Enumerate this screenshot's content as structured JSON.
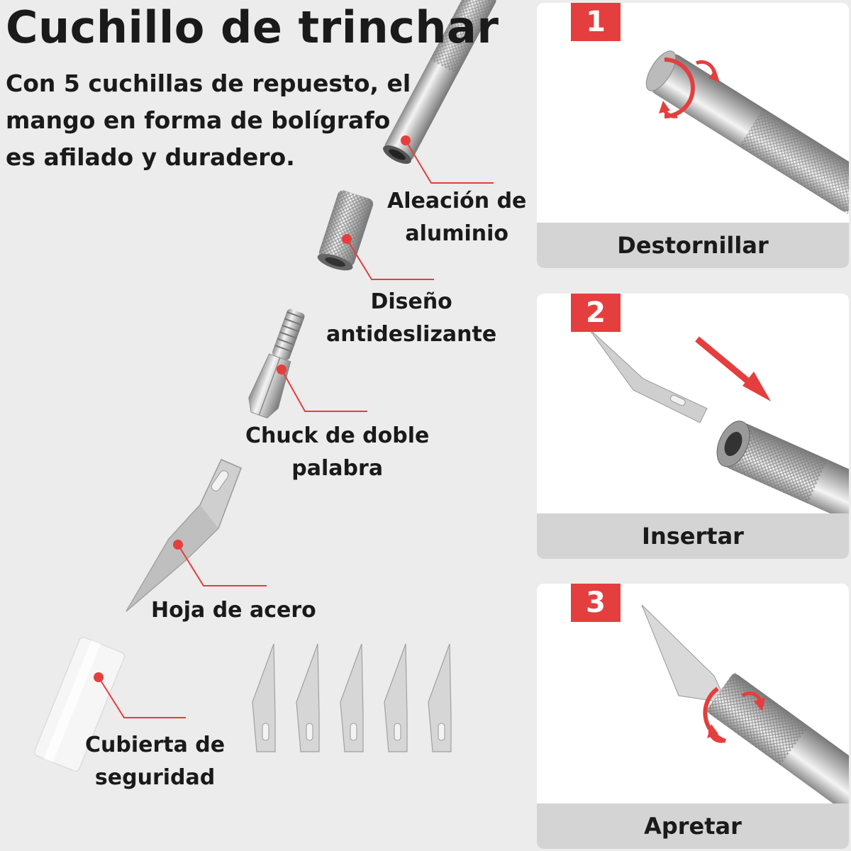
{
  "title": "Cuchillo de trinchar",
  "subtitle_lines": [
    "Con 5 cuchillas de repuesto, el",
    "mango en forma de bolígrafo",
    "es afilado y duradero."
  ],
  "parts": {
    "aleacion": [
      "Aleación de",
      "aluminio"
    ],
    "diseno": [
      "Diseño",
      "antideslizante"
    ],
    "chuck": [
      "Chuck de doble",
      "palabra"
    ],
    "hoja": [
      "Hoja de acero"
    ],
    "cubierta": [
      "Cubierta de",
      "seguridad"
    ]
  },
  "steps": [
    {
      "number": "1",
      "caption": "Destornillar"
    },
    {
      "number": "2",
      "caption": "Insertar"
    },
    {
      "number": "3",
      "caption": "Apretar"
    }
  ],
  "colors": {
    "accent": "#e53e3e",
    "background": "#ececec",
    "caption_bar": "#d4d4d4"
  }
}
